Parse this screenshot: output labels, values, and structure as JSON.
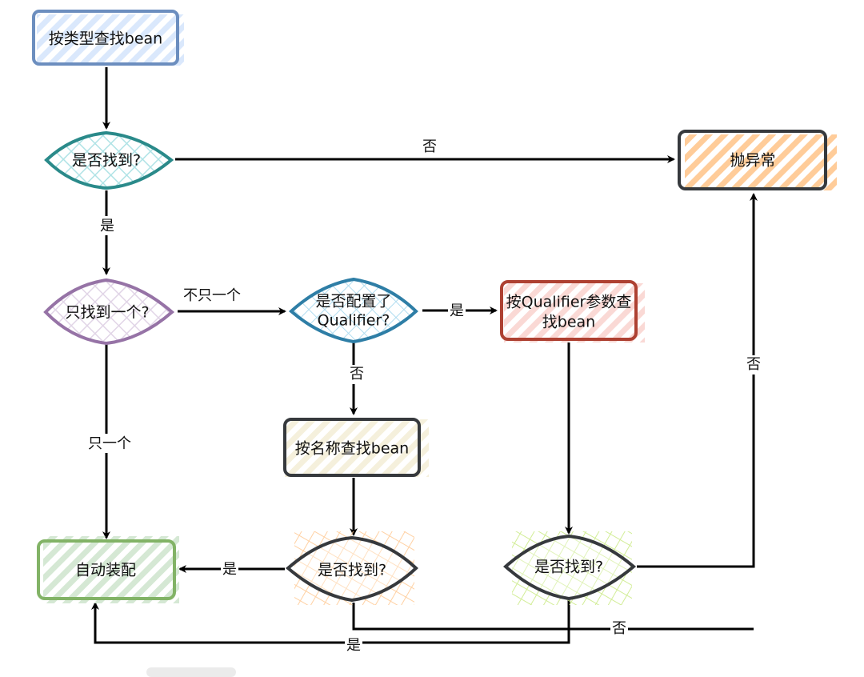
{
  "nodes": {
    "find_by_type": {
      "label": "按类型查找bean",
      "shape": "rect",
      "stroke": "#6c8ebf",
      "fill": "#dae8fc"
    },
    "found_1": {
      "label": "是否找到?",
      "shape": "diamond",
      "stroke": "#2a8a8a",
      "fill": "#b0e3e6"
    },
    "throw": {
      "label": "抛异常",
      "shape": "rect",
      "stroke": "#36393d",
      "fill": "#ffcc99"
    },
    "only_one": {
      "label": "只找到一个?",
      "shape": "diamond",
      "stroke": "#9673a6",
      "fill": "#e1d5e7"
    },
    "has_qualifier": {
      "label_lines": [
        "是否配置了",
        "Qualifier?"
      ],
      "shape": "diamond",
      "stroke": "#2e7ea6",
      "fill": "#b1ddf0"
    },
    "find_by_qualifier": {
      "label_lines": [
        "按Qualifier参数查",
        "找bean"
      ],
      "shape": "rect",
      "stroke": "#ae4132",
      "fill": "#fad9d5"
    },
    "find_by_name": {
      "label": "按名称查找bean",
      "shape": "rect",
      "stroke": "#36393d",
      "fill": "#f9f7ed"
    },
    "autowire": {
      "label": "自动装配",
      "shape": "rect",
      "stroke": "#82b366",
      "fill": "#d5e8d4"
    },
    "found_2": {
      "label": "是否找到?",
      "shape": "diamond",
      "stroke": "#36393d",
      "fill": "#ffcc99"
    },
    "found_3": {
      "label": "是否找到?",
      "shape": "diamond",
      "stroke": "#36393d",
      "fill": "#cdeb8b"
    }
  },
  "edges": {
    "type_to_found1": {
      "label": ""
    },
    "found1_no": {
      "label": "否"
    },
    "found1_yes": {
      "label": "是"
    },
    "only_more": {
      "label": "不只一个"
    },
    "only_one": {
      "label": "只一个"
    },
    "qualifier_yes": {
      "label": "是"
    },
    "qualifier_no": {
      "label": "否"
    },
    "name_to_found2": {
      "label": ""
    },
    "qual_to_found3": {
      "label": ""
    },
    "found2_yes": {
      "label": "是"
    },
    "found2_no": {
      "label": "否"
    },
    "found3_yes": {
      "label": "是"
    },
    "found3_no_throw": {
      "label": "否"
    }
  }
}
